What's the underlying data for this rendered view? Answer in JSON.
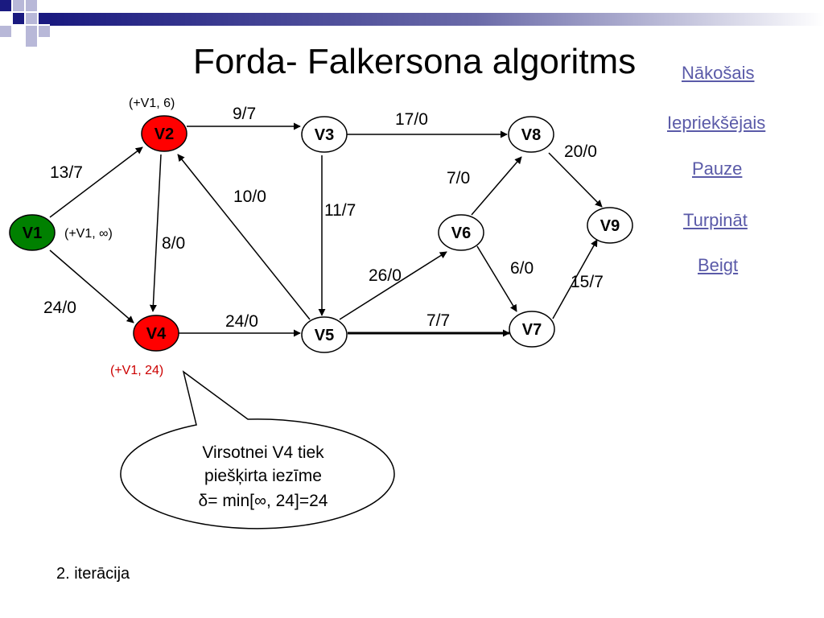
{
  "title": "Forda- Falkersona algoritms",
  "nav": {
    "next": "Nākošais",
    "prev": "Iepriekšējais",
    "pause": "Pauze ",
    "resume": "Turpināt ",
    "end": "Beigt"
  },
  "colors": {
    "deco_dark": "#1a1a80",
    "deco_light": "#b8b8d8",
    "link": "#5a5aa8",
    "node_labeled": "#ff0000",
    "node_source": "#008000",
    "node_default": "#ffffff",
    "mark_highlight": "#cc0000"
  },
  "nodes": [
    {
      "id": "V1",
      "label": "V1",
      "state": "source"
    },
    {
      "id": "V2",
      "label": "V2",
      "state": "labeled"
    },
    {
      "id": "V3",
      "label": "V3",
      "state": "default"
    },
    {
      "id": "V4",
      "label": "V4",
      "state": "labeled"
    },
    {
      "id": "V5",
      "label": "V5",
      "state": "default"
    },
    {
      "id": "V6",
      "label": "V6",
      "state": "default"
    },
    {
      "id": "V7",
      "label": "V7",
      "state": "default"
    },
    {
      "id": "V8",
      "label": "V8",
      "state": "default"
    },
    {
      "id": "V9",
      "label": "V9",
      "state": "default"
    }
  ],
  "edges": [
    {
      "from": "V1",
      "to": "V2",
      "label": "13/7"
    },
    {
      "from": "V1",
      "to": "V4",
      "label": "24/0"
    },
    {
      "from": "V2",
      "to": "V3",
      "label": "9/7"
    },
    {
      "from": "V2",
      "to": "V4",
      "label": "8/0"
    },
    {
      "from": "V5",
      "to": "V2",
      "label": "10/0"
    },
    {
      "from": "V3",
      "to": "V8",
      "label": "17/0"
    },
    {
      "from": "V3",
      "to": "V5",
      "label": "11/7"
    },
    {
      "from": "V4",
      "to": "V5",
      "label": "24/0"
    },
    {
      "from": "V5",
      "to": "V6",
      "label": "26/0"
    },
    {
      "from": "V5",
      "to": "V7",
      "label": "7/7"
    },
    {
      "from": "V6",
      "to": "V8",
      "label": "7/0"
    },
    {
      "from": "V6",
      "to": "V7",
      "label": "6/0"
    },
    {
      "from": "V8",
      "to": "V9",
      "label": "20/0"
    },
    {
      "from": "V7",
      "to": "V9",
      "label": "15/7"
    }
  ],
  "marks": {
    "v2": "(+V1, 6)",
    "v1": "(+V1, ∞)",
    "v4": "(+V1, 24)"
  },
  "callout": {
    "line1": "Virsotnei V4 tiek",
    "line2": "piešķirta iezīme",
    "line3": "δ= min[∞, 24]=24"
  },
  "iteration": "2. iterācija"
}
